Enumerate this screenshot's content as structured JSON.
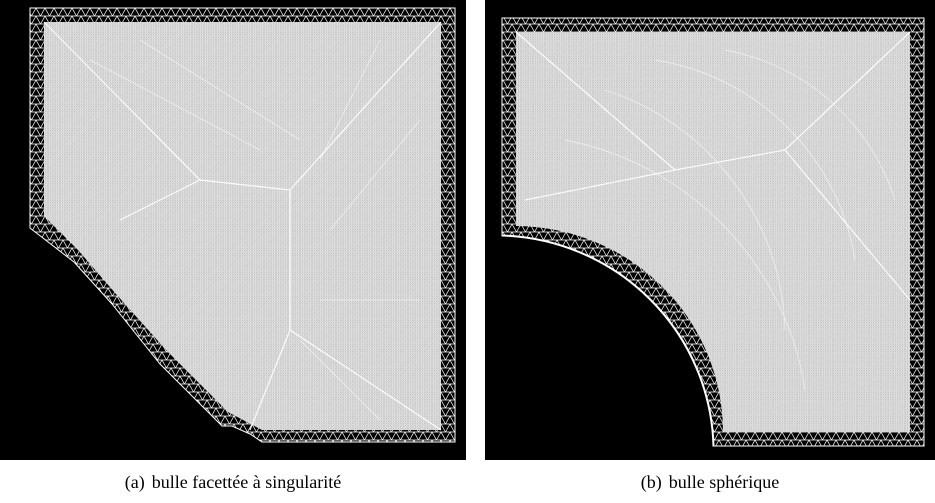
{
  "figures": [
    {
      "label": "(a)",
      "caption": "bulle facettée à singularité",
      "bubble_shape": "faceted-with-singularity",
      "colors": {
        "background": "#000000",
        "mesh": "#ffffff"
      }
    },
    {
      "label": "(b)",
      "caption": "bulle sphérique",
      "bubble_shape": "spherical",
      "colors": {
        "background": "#000000",
        "mesh": "#ffffff"
      }
    }
  ]
}
